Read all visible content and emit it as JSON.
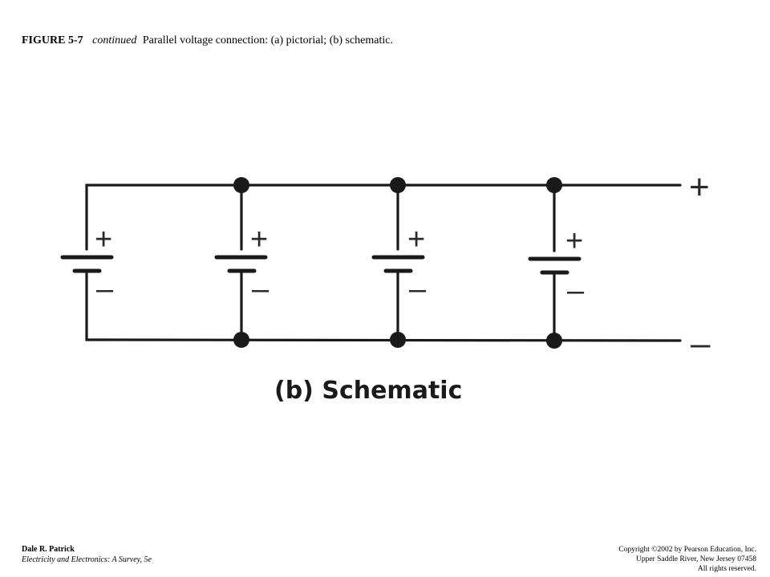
{
  "caption": {
    "figure_number": "FIGURE 5-7",
    "continued": "continued",
    "description": "Parallel voltage connection: (a) pictorial; (b) schematic."
  },
  "diagram": {
    "cell_plus": "+",
    "cell_minus": "–",
    "terminal_plus": "+",
    "terminal_minus": "–",
    "label": "(b) Schematic"
  },
  "footer": {
    "author": "Dale R. Patrick",
    "book": "Electricity and Electronics:  A Survey, 5e",
    "copyright": "Copyright ©2002 by Pearson Education, Inc.",
    "address": "Upper Saddle River, New Jersey 07458",
    "rights": "All rights reserved."
  }
}
